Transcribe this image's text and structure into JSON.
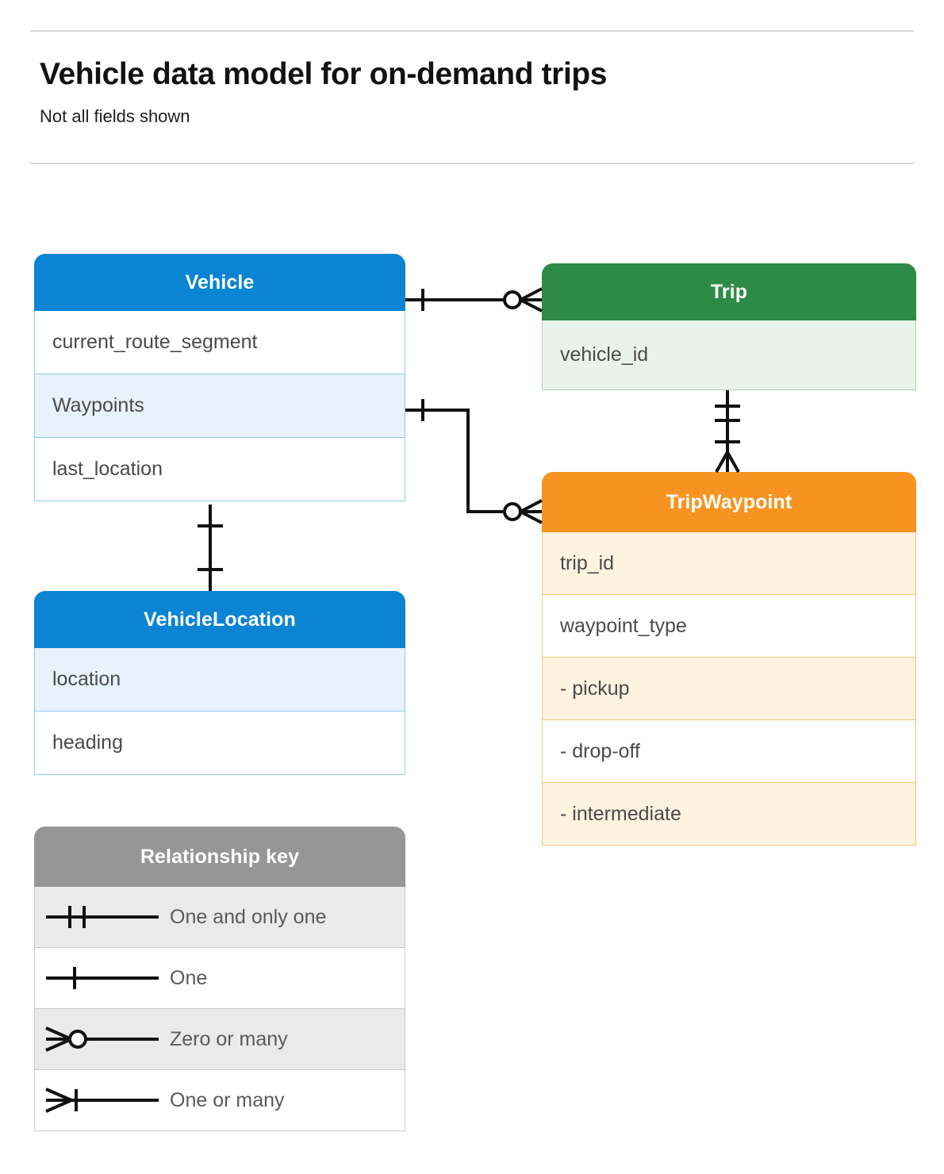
{
  "header": {
    "title": "Vehicle data model for on-demand trips",
    "subtitle": "Not all fields shown"
  },
  "entities": {
    "vehicle": {
      "name": "Vehicle",
      "color": "#0b84d4",
      "rows": [
        {
          "label": "current_route_segment",
          "highlighted": false
        },
        {
          "label": "Waypoints",
          "highlighted": true
        },
        {
          "label": "last_location",
          "highlighted": false
        }
      ]
    },
    "vehicle_location": {
      "name": "VehicleLocation",
      "color": "#0b84d4",
      "rows": [
        {
          "label": "location",
          "highlighted": true
        },
        {
          "label": "heading",
          "highlighted": false
        }
      ]
    },
    "trip": {
      "name": "Trip",
      "color": "#2e8b46",
      "rows": [
        {
          "label": "vehicle_id",
          "highlighted": true
        }
      ]
    },
    "trip_waypoint": {
      "name": "TripWaypoint",
      "color": "#f79421",
      "rows": [
        {
          "label": "trip_id",
          "highlighted": true
        },
        {
          "label": "waypoint_type",
          "highlighted": false
        },
        {
          "label": "- pickup",
          "highlighted": true
        },
        {
          "label": "- drop-off",
          "highlighted": false
        },
        {
          "label": "- intermediate",
          "highlighted": true
        }
      ]
    }
  },
  "legend": {
    "title": "Relationship key",
    "color": "#969696",
    "items": [
      {
        "label": "One and only one",
        "symbol": "one-and-only-one-symbol"
      },
      {
        "label": "One",
        "symbol": "one-symbol"
      },
      {
        "label": "Zero or many",
        "symbol": "zero-or-many-symbol"
      },
      {
        "label": "One or many",
        "symbol": "one-or-many-symbol"
      }
    ]
  },
  "relationships": [
    {
      "id": "vehicle-to-trip",
      "from": "Vehicle",
      "to": "Trip",
      "from_cardinality": "One",
      "to_cardinality": "Zero or many"
    },
    {
      "id": "vehicle-waypoints-to-tripwaypoint",
      "from": "Vehicle.Waypoints",
      "to": "TripWaypoint",
      "from_cardinality": "One",
      "to_cardinality": "Zero or many"
    },
    {
      "id": "trip-to-tripwaypoint",
      "from": "Trip",
      "to": "TripWaypoint",
      "from_cardinality": "One and only one",
      "to_cardinality": "One or many"
    },
    {
      "id": "vehicle-to-vehiclelocation",
      "from": "Vehicle",
      "to": "VehicleLocation",
      "from_cardinality": "One",
      "to_cardinality": "One"
    }
  ]
}
